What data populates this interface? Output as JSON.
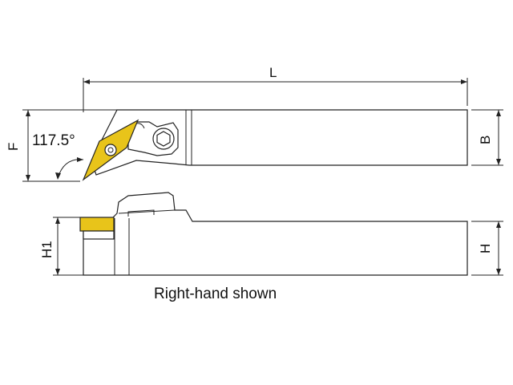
{
  "labels": {
    "length": "L",
    "width": "B",
    "offset": "F",
    "angle": "117.5°",
    "height_tip": "H1",
    "height": "H",
    "caption": "Right-hand shown"
  },
  "colors": {
    "insert": "#e8c41a",
    "outline": "#222222",
    "background": "#ffffff"
  }
}
